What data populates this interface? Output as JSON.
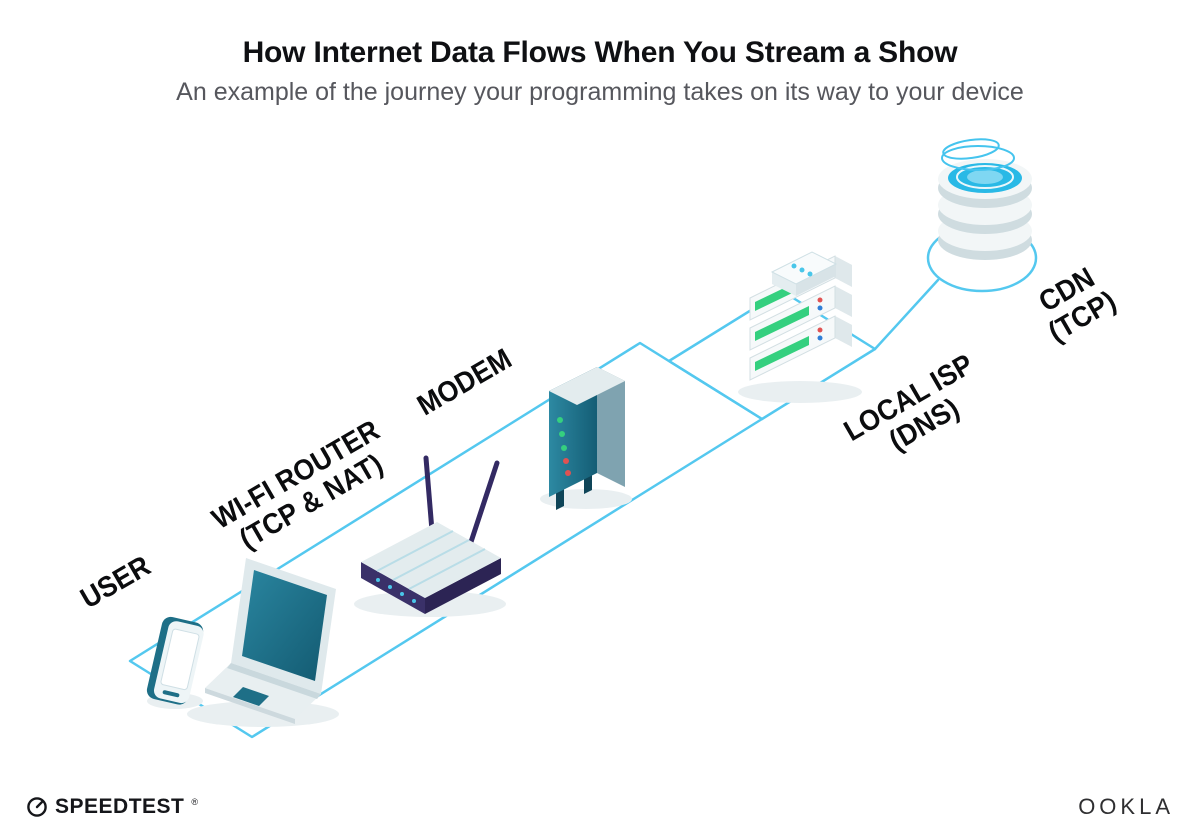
{
  "header": {
    "title": "How Internet Data Flows When You Stream a Show",
    "subtitle": "An example of the journey your programming takes on its way to your device"
  },
  "diagram": {
    "nodes": [
      {
        "id": "user",
        "label": "USER",
        "sublabel": ""
      },
      {
        "id": "wifi-router",
        "label": "WI-FI ROUTER",
        "sublabel": "(TCP & NAT)"
      },
      {
        "id": "modem",
        "label": "MODEM",
        "sublabel": ""
      },
      {
        "id": "local-isp",
        "label": "LOCAL ISP",
        "sublabel": "(DNS)"
      },
      {
        "id": "cdn",
        "label": "CDN",
        "sublabel": "(TCP)"
      }
    ],
    "colors": {
      "connection_line": "#54c8ef",
      "device_dark_teal": "#1e6f87",
      "device_light_gray": "#e3ecee",
      "antenna_navy": "#332a63",
      "led_green": "#35d07f",
      "led_red": "#e05252",
      "led_blue": "#2f7fd6",
      "cdn_cyan": "#29b9e6"
    }
  },
  "footer": {
    "speedtest_label": "SPEEDTEST",
    "speedtest_trademark": "®",
    "ookla_label": "OOKLA"
  }
}
